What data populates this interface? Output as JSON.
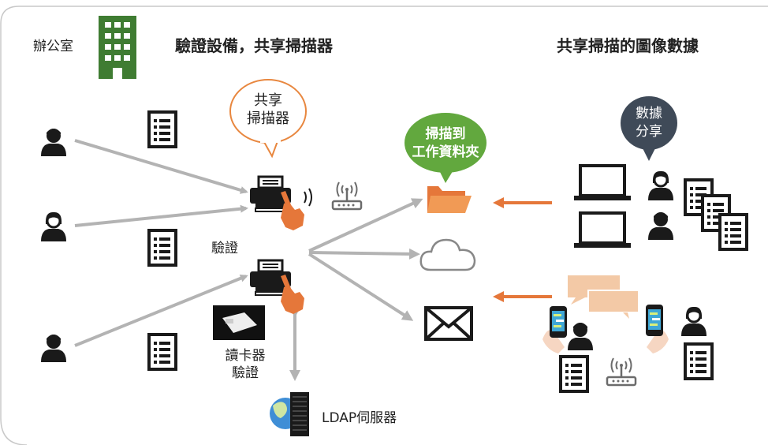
{
  "labels": {
    "office": "辦公室",
    "title_left": "驗證設備，共享掃描器",
    "title_right": "共享掃描的圖像數據",
    "bubble_scanner_line1": "共享",
    "bubble_scanner_line2": "掃描器",
    "auth": "驗證",
    "card_reader_line1": "讀卡器",
    "card_reader_line2": "驗證",
    "ldap": "LDAP伺服器",
    "green_bubble_line1": "掃描到",
    "green_bubble_line2": "工作資料夾",
    "dark_bubble_line1": "數據",
    "dark_bubble_line2": "分享"
  },
  "colors": {
    "arrow_gray": "#b3b3b3",
    "arrow_orange": "#e5773a",
    "building_green": "#3f7c32",
    "bubble_orange_outline": "#e8873f",
    "bubble_green": "#62a83e",
    "bubble_dark": "#3f4a58",
    "icon_black": "#1a1a1a",
    "chat_peach": "#f3c9a6"
  },
  "icons": [
    "building-icon",
    "user-icon",
    "document-icon",
    "scanner-icon",
    "hand-icon",
    "wifi-router-icon",
    "folder-icon",
    "cloud-icon",
    "mail-icon",
    "laptop-icon",
    "smartphone-icon",
    "chat-bubble-icon",
    "server-icon",
    "card-reader-icon"
  ]
}
